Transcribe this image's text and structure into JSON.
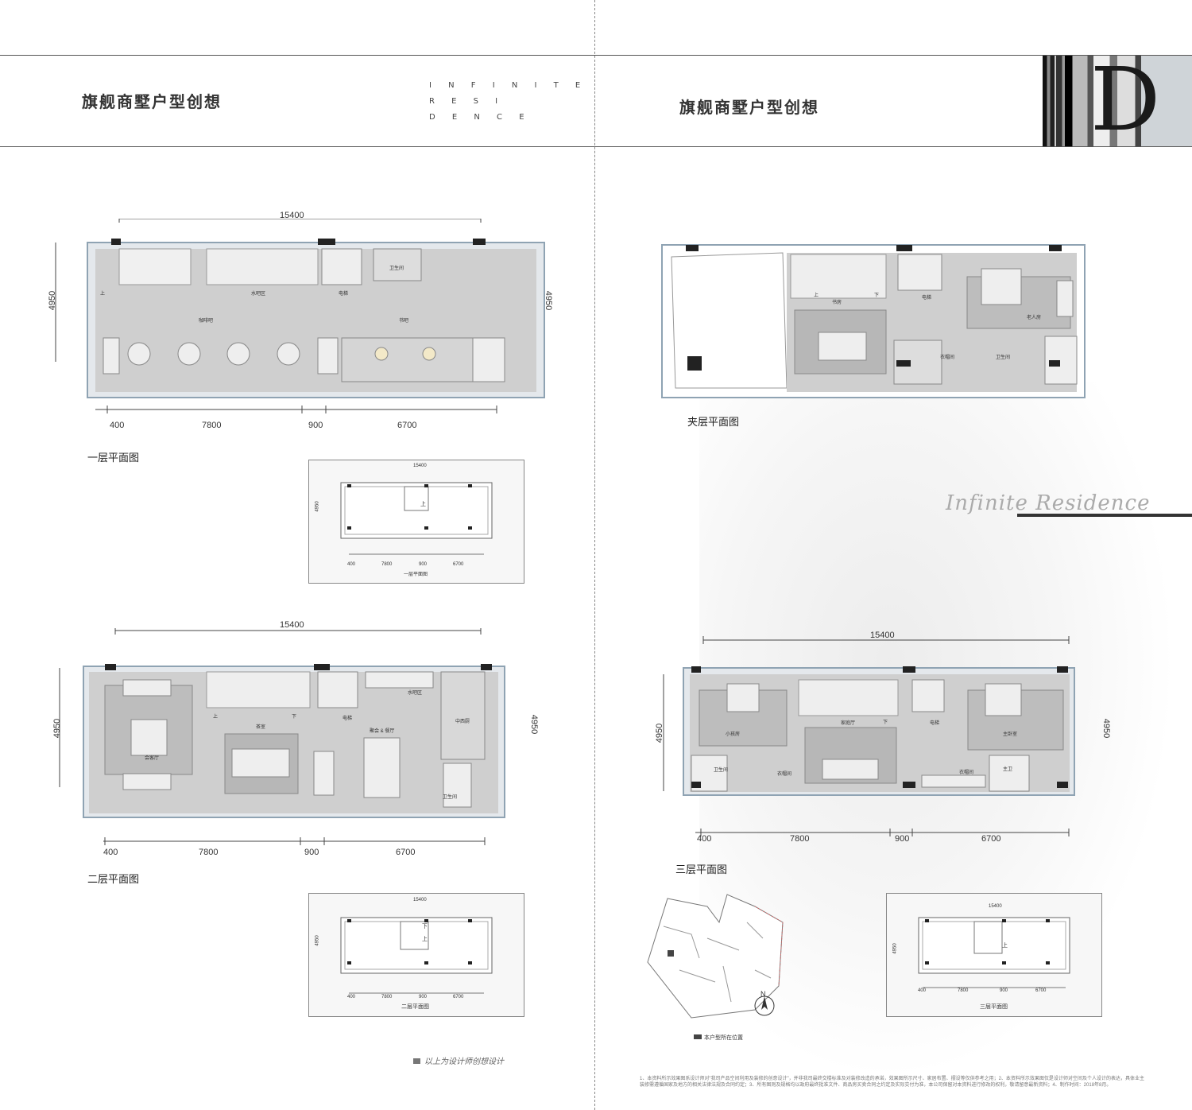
{
  "header": {
    "left_title": "旗舰商墅户型创想",
    "right_title": "旗舰商墅户型创想",
    "tagline": [
      "I N F I N I T E",
      "R E S I",
      "D E N C E"
    ],
    "photo_letter": "D"
  },
  "script_text": "Infinite Residence",
  "plans": {
    "floor1": {
      "label": "一层平面图",
      "top_dim": "15400",
      "side_dim": "4950",
      "bottom_dims": [
        "400",
        "7800",
        "900",
        "6700"
      ],
      "rooms": [
        "咖啡吧",
        "水吧区",
        "电梯",
        "卫生间",
        "书吧",
        "上"
      ]
    },
    "floor2": {
      "label": "二层平面图",
      "top_dim": "15400",
      "side_dim": "4950",
      "bottom_dims": [
        "400",
        "7800",
        "900",
        "6700"
      ],
      "rooms": [
        "会客厅",
        "茶室",
        "电梯",
        "水吧区",
        "聚会 & 餐厅",
        "中西厨",
        "卫生间",
        "上",
        "下"
      ]
    },
    "mezz": {
      "label": "夹层平面图",
      "rooms": [
        "书房",
        "电梯",
        "老人房",
        "衣帽间",
        "卫生间",
        "上",
        "下"
      ]
    },
    "floor3": {
      "label": "三层平面图",
      "top_dim": "15400",
      "side_dim": "4950",
      "bottom_dims": [
        "400",
        "7800",
        "900",
        "6700"
      ],
      "rooms": [
        "小孩房",
        "家庭厅",
        "电梯",
        "主卧室",
        "卫生间",
        "衣帽间",
        "衣帽间",
        "主卫",
        "下"
      ]
    }
  },
  "key_plans": {
    "k1": {
      "label": "一层平面图",
      "top": "15400",
      "dims": [
        "400",
        "7800",
        "900",
        "6700"
      ],
      "up": "上",
      "side": "4950"
    },
    "k2": {
      "label": "二层平面图",
      "top": "15400",
      "dims": [
        "400",
        "7800",
        "900",
        "6700"
      ],
      "up": "上",
      "down": "下",
      "side": "4950"
    },
    "k3": {
      "label": "三层平面图",
      "top": "15400",
      "dims": [
        "400",
        "7800",
        "900",
        "6700"
      ],
      "up": "上",
      "side": "4950"
    }
  },
  "site": {
    "north": "N",
    "legend": "本户型所在位置"
  },
  "note": "以上为设计师创想设计",
  "disclaimer": "1、本资料所示效果图系设计师对\"我司产品空间利用及装修的创意设计\"，并非我司最终交楼标准及对装修改造的承诺，效果图所示尺寸、家居布置、摆设等仅供参考之用；2、本资料所示效果图仅是设计师对空间及个人设计的表达，具体业主装修需遵循国家及地方的相关法律法规及合同约定；3、所有图则及规格均以政府最终批准文件、商品房买卖合同之约定及实际交付为准，本公司保留对本资料进行修改的权利，敬请留意最新资料；4、制作时间：2018年8月。"
}
